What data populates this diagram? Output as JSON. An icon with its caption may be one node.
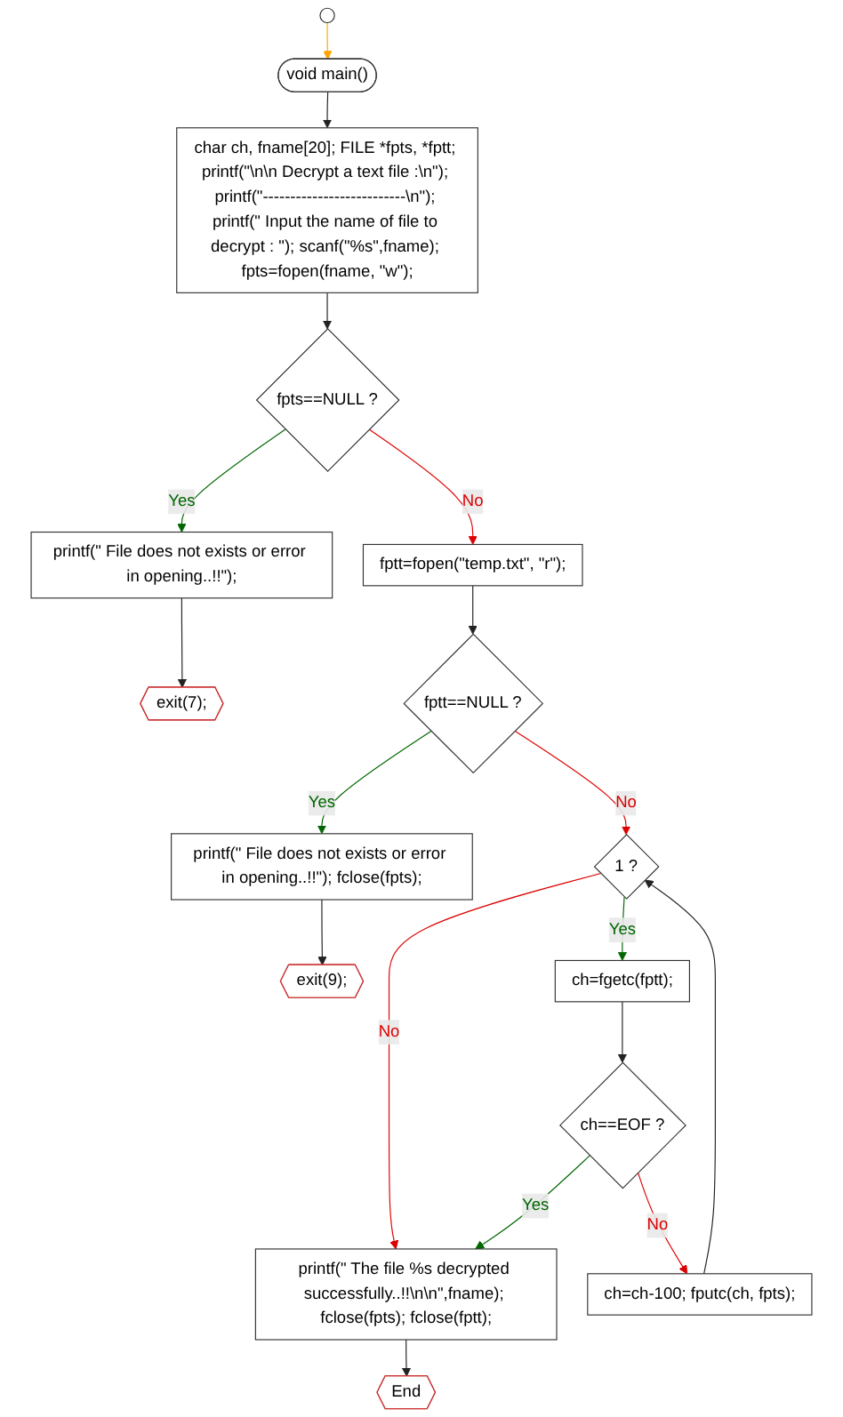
{
  "diagram": {
    "nodes": [
      {
        "text": [
          "void main()"
        ]
      },
      {
        "text": [
          "char ch, fname[20]; FILE *fpts, *fptt; printf(\"\\n\\n Decrypt a text file :\\n\"); printf(\"--------------------------\\n\"); printf(\" Input the name of file to decrypt : \"); scanf(\"%s\",fname); fpts=fopen(fname, \"w\");"
        ]
      },
      {
        "text": [
          "fpts==NULL ?"
        ]
      },
      {
        "text": [
          "fptt=fopen(\"temp.txt\", \"r\");"
        ]
      },
      {
        "text": [
          "printf(\" File does not exists or error in opening..!!\");"
        ]
      },
      {
        "text": [
          "exit(7);"
        ]
      },
      {
        "text": [
          "fptt==NULL ?"
        ]
      },
      {
        "text": [
          "1 ?"
        ]
      },
      {
        "text": [
          "printf(\" File does not exists or error in opening..!!\"); fclose(fpts);"
        ]
      },
      {
        "text": [
          "exit(9);"
        ]
      },
      {
        "text": [
          "ch=fgetc(fptt);"
        ]
      },
      {
        "text": [
          "ch==EOF ?"
        ]
      },
      {
        "text": [
          "printf(\" The file %s decrypted successfully..!!\\n\\n\",fname); fclose(fpts); fclose(fptt);"
        ]
      },
      {
        "text": [
          "ch=ch-100; fputc(ch, fpts);"
        ]
      },
      {
        "text": [
          "End"
        ]
      }
    ],
    "edges": [
      {
        "from": null,
        "to": 0,
        "arrow": "to",
        "color": "#ffa500"
      },
      {
        "from": 0,
        "to": 1,
        "arrow": "to"
      },
      {
        "from": 1,
        "to": 2,
        "arrow": "to"
      },
      {
        "from": 2,
        "to": 3,
        "arrow": "to",
        "label": "No",
        "color": "#dd0000"
      },
      {
        "from": 2,
        "to": 4,
        "arrow": "to",
        "label": "Yes",
        "color": "#006600"
      },
      {
        "from": 4,
        "to": 5,
        "arrow": "to"
      },
      {
        "from": 3,
        "to": 6,
        "arrow": "to"
      },
      {
        "from": 6,
        "to": 7,
        "arrow": "to",
        "label": "No",
        "color": "#dd0000"
      },
      {
        "from": 6,
        "to": 8,
        "arrow": "to",
        "label": "Yes",
        "color": "#006600"
      },
      {
        "from": 8,
        "to": 9,
        "arrow": "to"
      },
      {
        "from": 7,
        "to": 10,
        "arrow": "to",
        "label": "Yes",
        "color": "#006600"
      },
      {
        "from": 7,
        "to": 12,
        "arrow": "to",
        "label": "No",
        "color": "#dd0000"
      },
      {
        "from": 10,
        "to": 11,
        "arrow": "to"
      },
      {
        "from": 11,
        "to": 12,
        "arrow": "to",
        "label": "Yes",
        "color": "#006600"
      },
      {
        "from": 11,
        "to": 13,
        "arrow": "to",
        "label": "No",
        "color": "#dd0000"
      },
      {
        "from": 13,
        "to": 7,
        "arrow": "to"
      },
      {
        "from": 12,
        "to": 14,
        "arrow": "to"
      }
    ]
  }
}
